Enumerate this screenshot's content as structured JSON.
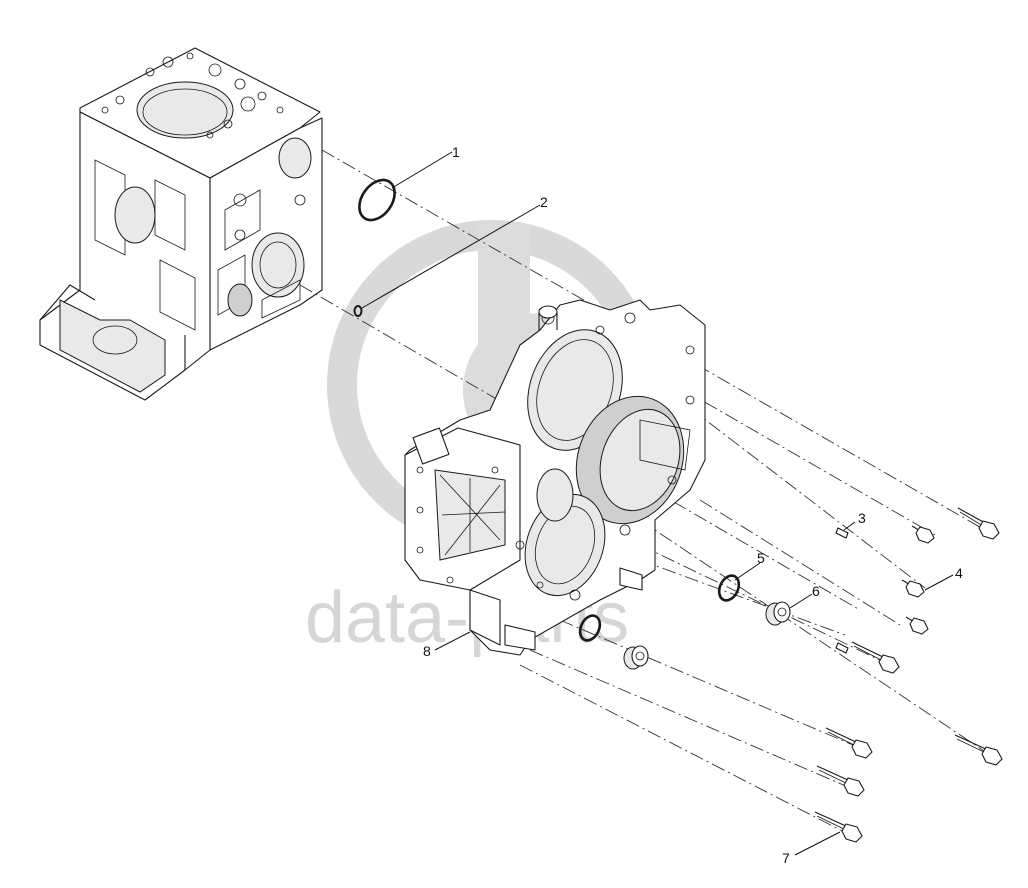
{
  "watermark": {
    "text": "data-parts",
    "color": "#d6d6d6"
  },
  "callouts": [
    {
      "number": "1"
    },
    {
      "number": "2"
    },
    {
      "number": "3"
    },
    {
      "number": "4"
    },
    {
      "number": "5"
    },
    {
      "number": "6"
    },
    {
      "number": "7"
    },
    {
      "number": "8"
    }
  ]
}
